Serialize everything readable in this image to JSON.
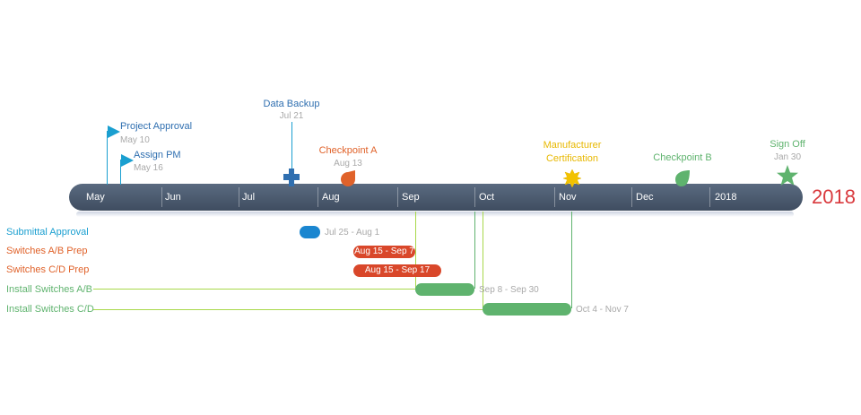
{
  "year": "2018",
  "months": [
    "May",
    "Jun",
    "Jul",
    "Aug",
    "Sep",
    "Oct",
    "Nov",
    "Dec",
    "2018"
  ],
  "milestones": [
    {
      "title": "Project Approval",
      "date": "May 10"
    },
    {
      "title": "Assign PM",
      "date": "May 16"
    },
    {
      "title": "Data Backup",
      "date": "Jul 21"
    },
    {
      "title": "Checkpoint A",
      "date": "Aug 13"
    },
    {
      "title": "Manufacturer",
      "title2": "Certification",
      "date": ""
    },
    {
      "title": "Checkpoint B",
      "date": ""
    },
    {
      "title": "Sign Off",
      "date": "Jan 30"
    }
  ],
  "tasks": [
    {
      "label": "Submittal Approval",
      "dates": "Jul 25 - Aug 1"
    },
    {
      "label": "Switches A/B Prep",
      "dates": "Aug 15 - Sep 7"
    },
    {
      "label": "Switches C/D Prep",
      "dates": "Aug 15 - Sep 17"
    },
    {
      "label": "Install Switches A/B",
      "dates": "Sep 8 - Sep 30"
    },
    {
      "label": "Install Switches C/D",
      "dates": "Oct 4 - Nov 7"
    }
  ],
  "colors": {
    "blue": "#2f6fb0",
    "orange": "#e0622a",
    "yellow": "#e8b800",
    "green": "#5fb36e",
    "cyan": "#1a9fd0",
    "task_orange": "#e0622a",
    "task_green": "#5fb36e",
    "year": "#d9393d"
  },
  "icons": [
    "flag-icon",
    "flag-icon",
    "plus-icon",
    "drop-icon",
    "star-burst-icon",
    "leaf-icon",
    "star-icon"
  ]
}
